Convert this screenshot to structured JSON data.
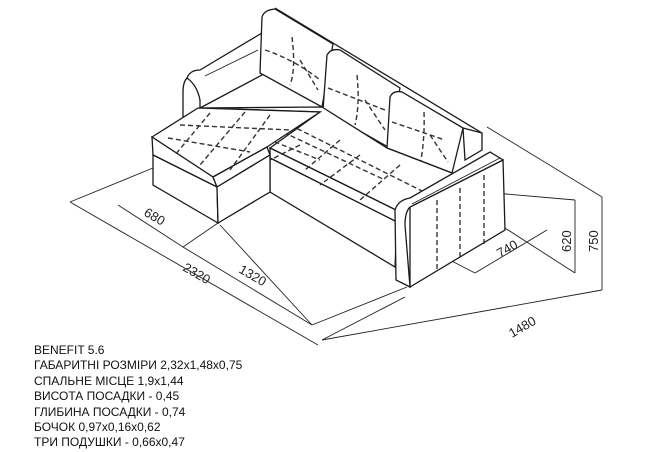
{
  "drawing": {
    "dimensions": {
      "chaise_depth": "680",
      "total_length": "2320",
      "seat_length": "1320",
      "total_width": "1480",
      "seat_depth": "740",
      "arm_height": "620",
      "total_height": "750"
    }
  },
  "specs": {
    "model": "BENEFIT 5.6",
    "lines": [
      "ГАБАРИТНІ РОЗМІРИ 2,32х1,48х0,75",
      "СПАЛЬНЕ МІСЦЕ 1,9х1,44",
      "ВИСОТА ПОСАДКИ - 0,45",
      "ГЛИБИНА ПОСАДКИ - 0,74",
      "БОЧОК 0,97х0,16х0,62",
      "ТРИ ПОДУШКИ - 0,66х0,47"
    ]
  }
}
